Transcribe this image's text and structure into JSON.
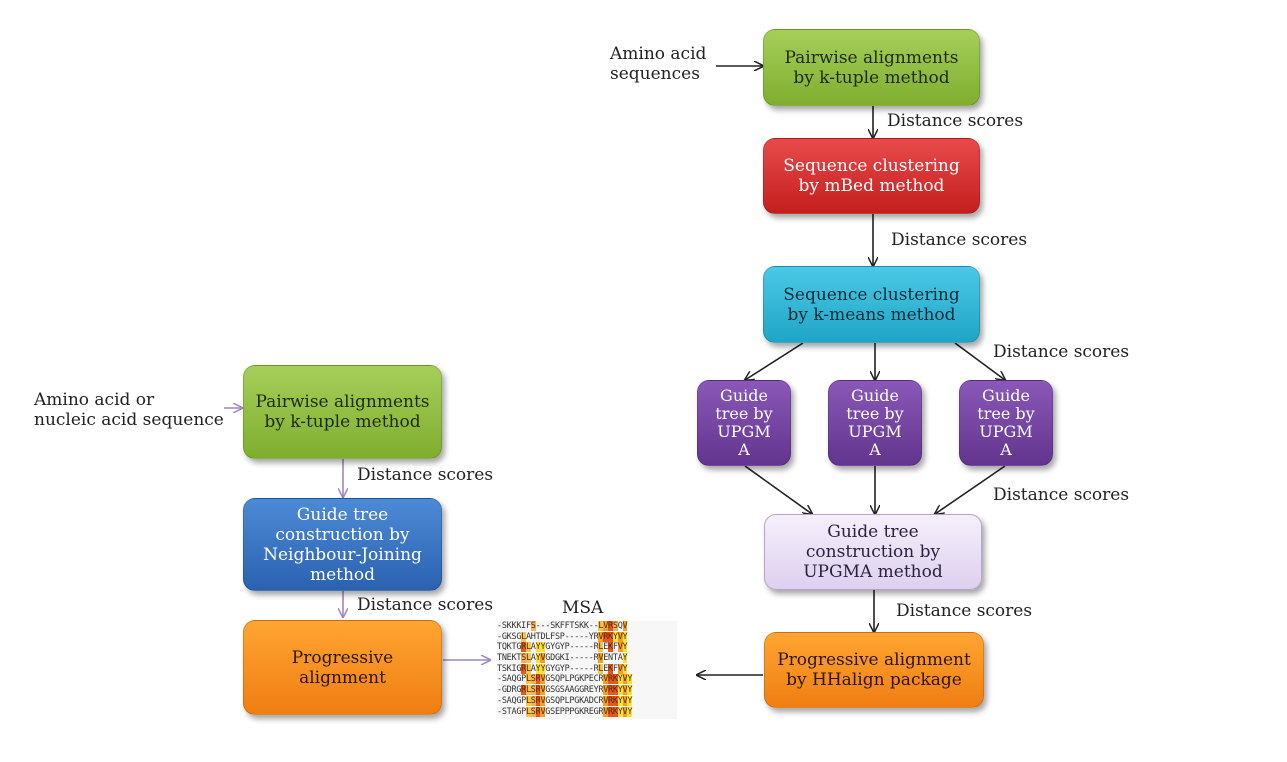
{
  "left_flow": {
    "input_label": "Amino acid or\nnucleic acid sequence",
    "pairwise": "Pairwise alignments\nby k-tuple method",
    "distance_1": "Distance scores",
    "guide_tree": "Guide tree\nconstruction by\nNeighbour-Joining\nmethod",
    "distance_2": "Distance scores",
    "progressive": "Progressive alignment"
  },
  "right_flow": {
    "input_label": "Amino acid\nsequences",
    "pairwise": "Pairwise alignments\nby k-tuple method",
    "distance_1": "Distance scores",
    "mbed": "Sequence clustering\nby mBed method",
    "distance_2": "Distance scores",
    "kmeans": "Sequence clustering\nby k-means method",
    "distance_3": "Distance scores",
    "guide_trees": [
      "Guide\ntree by\nUPGM\nA",
      "Guide\ntree by\nUPGM\nA",
      "Guide\ntree by\nUPGM\nA"
    ],
    "distance_4": "Distance scores",
    "upgma": "Guide tree\nconstruction by\nUPGMA method",
    "distance_5": "Distance scores",
    "progressive": "Progressive alignment\nby HHalign package"
  },
  "msa": {
    "title": "MSA",
    "rows": [
      "-SKKKIFS---SKFFTSKK--LVRSQV",
      "-GKSGLAHTDLFSP-----YRVRKYVY",
      "TQKTGRLAYYGYGYP-----RLEKFVY",
      "TNEKTSLAYVGDGKI-----RVENTAY",
      "TSKIGRLAYYGYGYP-----RLEKFVY",
      "-SAQGPLSRVGSQPLPGKPECRVRKYVY",
      "-GDRGRLSRVGSGSAAGGREYRVRKYVY",
      "-SAQGPLSRVGSQPLPGKADCRVRKYVY",
      "-STAGPLSRVGSEPPPGKREGRVRKYVY"
    ]
  },
  "colors": {
    "green": "#8dbb3e",
    "red": "#d32f2f",
    "cyan": "#2cb5d6",
    "purple": "#6f3f9e",
    "lilac": "#e7ddf3",
    "blue": "#3571c3",
    "orange": "#f7921e",
    "arrow_dark": "#222222",
    "arrow_light": "#9e86c6"
  }
}
